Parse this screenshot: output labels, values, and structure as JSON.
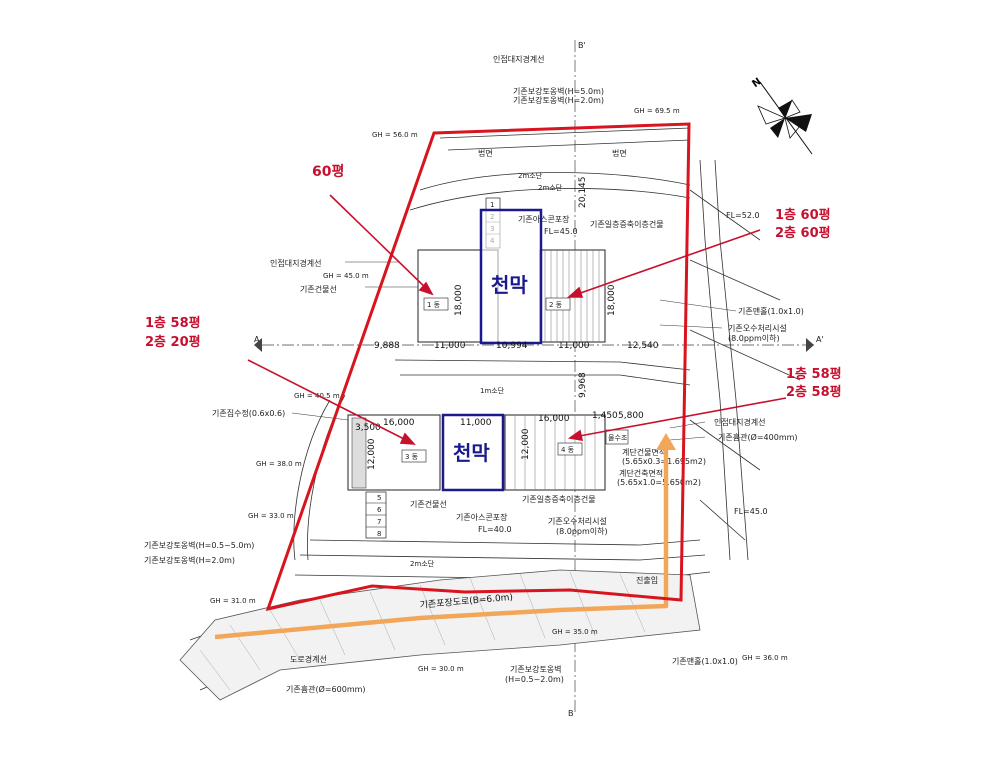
{
  "notes": {
    "n60": "60평",
    "n1_60": "1층 60평",
    "n2_60": "2층 60평",
    "n1_58a": "1층 58평",
    "n2_20": "2층 20평",
    "n1_58b": "1층 58평",
    "n2_58": "2층 58평"
  },
  "tent_labels": [
    "천막",
    "천막"
  ],
  "buildings": [
    "1 동",
    "2 동",
    "3 동",
    "4 동"
  ],
  "dimensions": {
    "top_row": [
      "9,888",
      "11,000",
      "10,994",
      "11,000",
      "12,540"
    ],
    "mid_row": [
      "3,500",
      "16,000",
      "11,000",
      "16,000",
      "1,450",
      "5,800"
    ],
    "vert": [
      "18,000",
      "18,000",
      "12,000",
      "12,000",
      "20,145",
      "9,968"
    ]
  },
  "labels": {
    "adj_boundary_top": "인접대지경계선",
    "retaining_wall_5": "기존보강토옹벽(H=5.0m)",
    "retaining_wall_2": "기존보강토옹벽(H=2.0m)",
    "gh_top": "GH = 69.5 m",
    "gh_56": "GH = 56.0 m",
    "slope1": "법면",
    "slope2": "법면",
    "step1": "2m소단",
    "step2": "2m소단",
    "asphalt1": "기존아스콘포장",
    "fl45": "FL=45.0",
    "existing_2f": "기존일층증축이층건물",
    "fl52": "FL=52.0",
    "adj_boundary": "인접대지경계선",
    "gh_45": "GH = 45.0 m",
    "existing_bldg_line": "기존건물선",
    "existing_manhole": "기존맨홀(1.0x1.0)",
    "sewage": "기존오수처리시설",
    "sewage_cap": "(8.0ppm이하)",
    "step_1m": "1m소단",
    "catch_basin": "기존집수정(0.6x0.6)",
    "gh_405": "GH = 40.5 m",
    "adj_boundary2": "인접대지경계선",
    "pipe_400": "기존흄관(Ø=400mm)",
    "stair_area": "계단건물면적",
    "stair_area_calc": "(5.65x0.3=1.695m2)",
    "stair_building": "계단건축면적",
    "stair_building_calc": "(5.65x1.0=5.650m2)",
    "gh_38": "GH = 38.0 m",
    "existing_bldg_line2": "기존건물선",
    "existing_2f_2": "기존일층증축이층건물",
    "asphalt2": "기존아스콘포장",
    "fl40": "FL=40.0",
    "sewage2": "기존오수처리시설",
    "sewage2_cap": "(8.0ppm이하)",
    "fl45b": "FL=45.0",
    "gh_33": "GH = 33.0 m",
    "wall_05_5": "기존보강토옹벽(H=0.5~5.0m)",
    "wall_2": "기존보강토옹벽(H=2.0m)",
    "step_2m_low": "2m소단",
    "entrance": "진출입",
    "gh_31": "GH = 31.0 m",
    "road_name": "기존포장도로(B=6.0m)",
    "gh_35": "GH = 35.0 m",
    "gh_36": "GH = 36.0 m",
    "road_boundary": "도로경계선",
    "gh_30": "GH = 30.0 m",
    "wall_05_2": "기존보강토옹벽",
    "wall_05_2b": "(H=0.5~2.0m)",
    "manhole2": "기존맨홀(1.0x1.0)",
    "pipe_600": "기존흄관(Ø=600mm)",
    "section_a": "A",
    "section_a2": "A'",
    "section_b": "B'",
    "section_b2": "B",
    "north": "N",
    "stairs_top": [
      "1",
      "2",
      "3",
      "4"
    ],
    "stairs_bottom": [
      "5",
      "6",
      "7",
      "8"
    ],
    "water_tank": "물수조"
  },
  "colors": {
    "site_boundary": "#d8141e",
    "tent_box": "#1a1a8c",
    "access_arrow": "#f2a65a",
    "annotation": "#c8102e"
  }
}
